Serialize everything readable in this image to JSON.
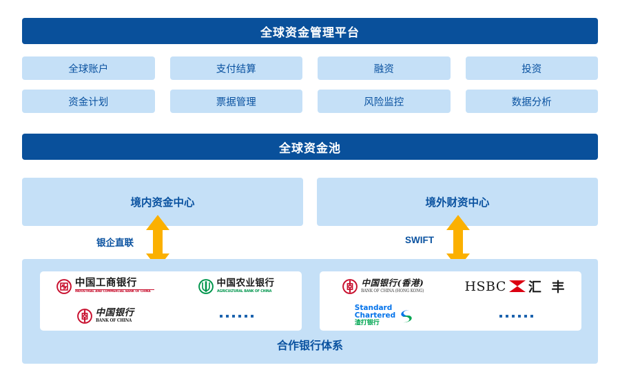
{
  "platform": {
    "title": "全球资金管理平台"
  },
  "modules": {
    "row1": [
      {
        "label": "全球账户",
        "name": "module-global-account"
      },
      {
        "label": "支付结算",
        "name": "module-payment-settlement"
      },
      {
        "label": "融资",
        "name": "module-financing"
      },
      {
        "label": "投资",
        "name": "module-investment"
      }
    ],
    "row2": [
      {
        "label": "资金计划",
        "name": "module-fund-plan"
      },
      {
        "label": "票据管理",
        "name": "module-bill-management"
      },
      {
        "label": "风险监控",
        "name": "module-risk-monitoring"
      },
      {
        "label": "数据分析",
        "name": "module-data-analysis"
      }
    ]
  },
  "pool": {
    "title": "全球资金池"
  },
  "centers": {
    "domestic": {
      "title": "境内资金中心",
      "connector_label": "银企直联"
    },
    "overseas": {
      "title": "境外财资中心",
      "connector_label": "SWIFT"
    }
  },
  "bank_system": {
    "caption": "合作银行体系",
    "domestic_banks": [
      {
        "cn": "中国工商银行",
        "en": "INDUSTRIAL AND COMMERCIAL BANK OF CHINA",
        "icon": "icbc-logo-icon",
        "color": "#C8102E"
      },
      {
        "cn": "中国农业银行",
        "en": "AGRICULTURAL BANK OF CHINA",
        "icon": "abc-logo-icon",
        "color": "#00954C"
      },
      {
        "cn": "中国银行",
        "en": "BANK OF CHINA",
        "icon": "boc-logo-icon",
        "color": "#C8102E"
      },
      {
        "cn": "••••••",
        "en": "",
        "icon": "more-dots-icon",
        "color": "#1C63AE"
      }
    ],
    "overseas_banks": [
      {
        "cn": "中国银行(香港)",
        "en": "BANK OF CHINA (HONG KONG)",
        "icon": "bochk-logo-icon",
        "color": "#C8102E"
      },
      {
        "cn": "HSBC 汇 丰",
        "en": "",
        "icon": "hsbc-logo-icon",
        "color": "#DB0011"
      },
      {
        "cn": "Standard Chartered 渣打银行",
        "en": "",
        "icon": "standard-chartered-logo-icon",
        "color": "#0473EA"
      },
      {
        "cn": "••••••",
        "en": "",
        "icon": "more-dots-icon",
        "color": "#1C63AE"
      }
    ]
  },
  "colors": {
    "band_blue": "#09509B",
    "panel_light_blue": "#C5E0F7",
    "text_blue": "#0A52A0",
    "arrow_orange": "#FBB000",
    "white": "#FFFFFF"
  },
  "labels": {
    "hsbc_word": "HSBC",
    "hsbc_cn": "汇 丰",
    "sc_line1": "Standard",
    "sc_line2": "Chartered",
    "sc_line3": "渣打银行",
    "icbc_cn": "中国工商银行",
    "icbc_en": "INDUSTRIAL AND COMMERCIAL BANK OF CHINA",
    "abc_cn": "中国农业银行",
    "abc_en": "AGRICULTURAL BANK OF CHINA",
    "boc_cn": "中国银行",
    "boc_en": "BANK OF CHINA",
    "bochk_cn": "中国银行(香港)",
    "bochk_en": "BANK OF CHINA (HONG KONG)"
  }
}
